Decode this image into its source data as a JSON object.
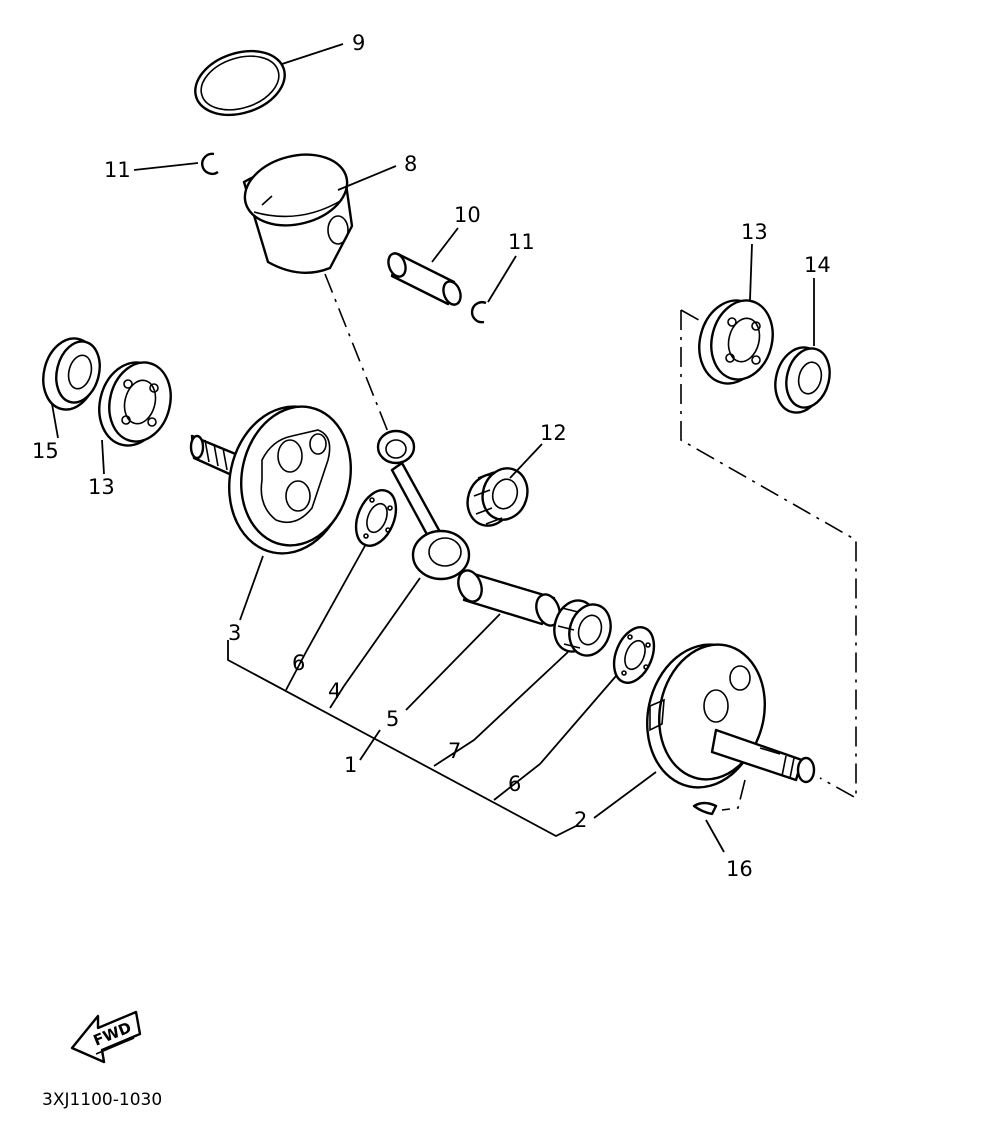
{
  "labels": {
    "l1": "1",
    "l2": "2",
    "l3": "3",
    "l4": "4",
    "l5": "5",
    "l6a": "6",
    "l6b": "6",
    "l7": "7",
    "l8": "8",
    "l9": "9",
    "l10": "10",
    "l11a": "11",
    "l11b": "11",
    "l12": "12",
    "l13a": "13",
    "l13b": "13",
    "l14": "14",
    "l15": "15",
    "l16": "16"
  },
  "fwd_badge": "FWD",
  "diagram_code": "3XJ1100-1030"
}
